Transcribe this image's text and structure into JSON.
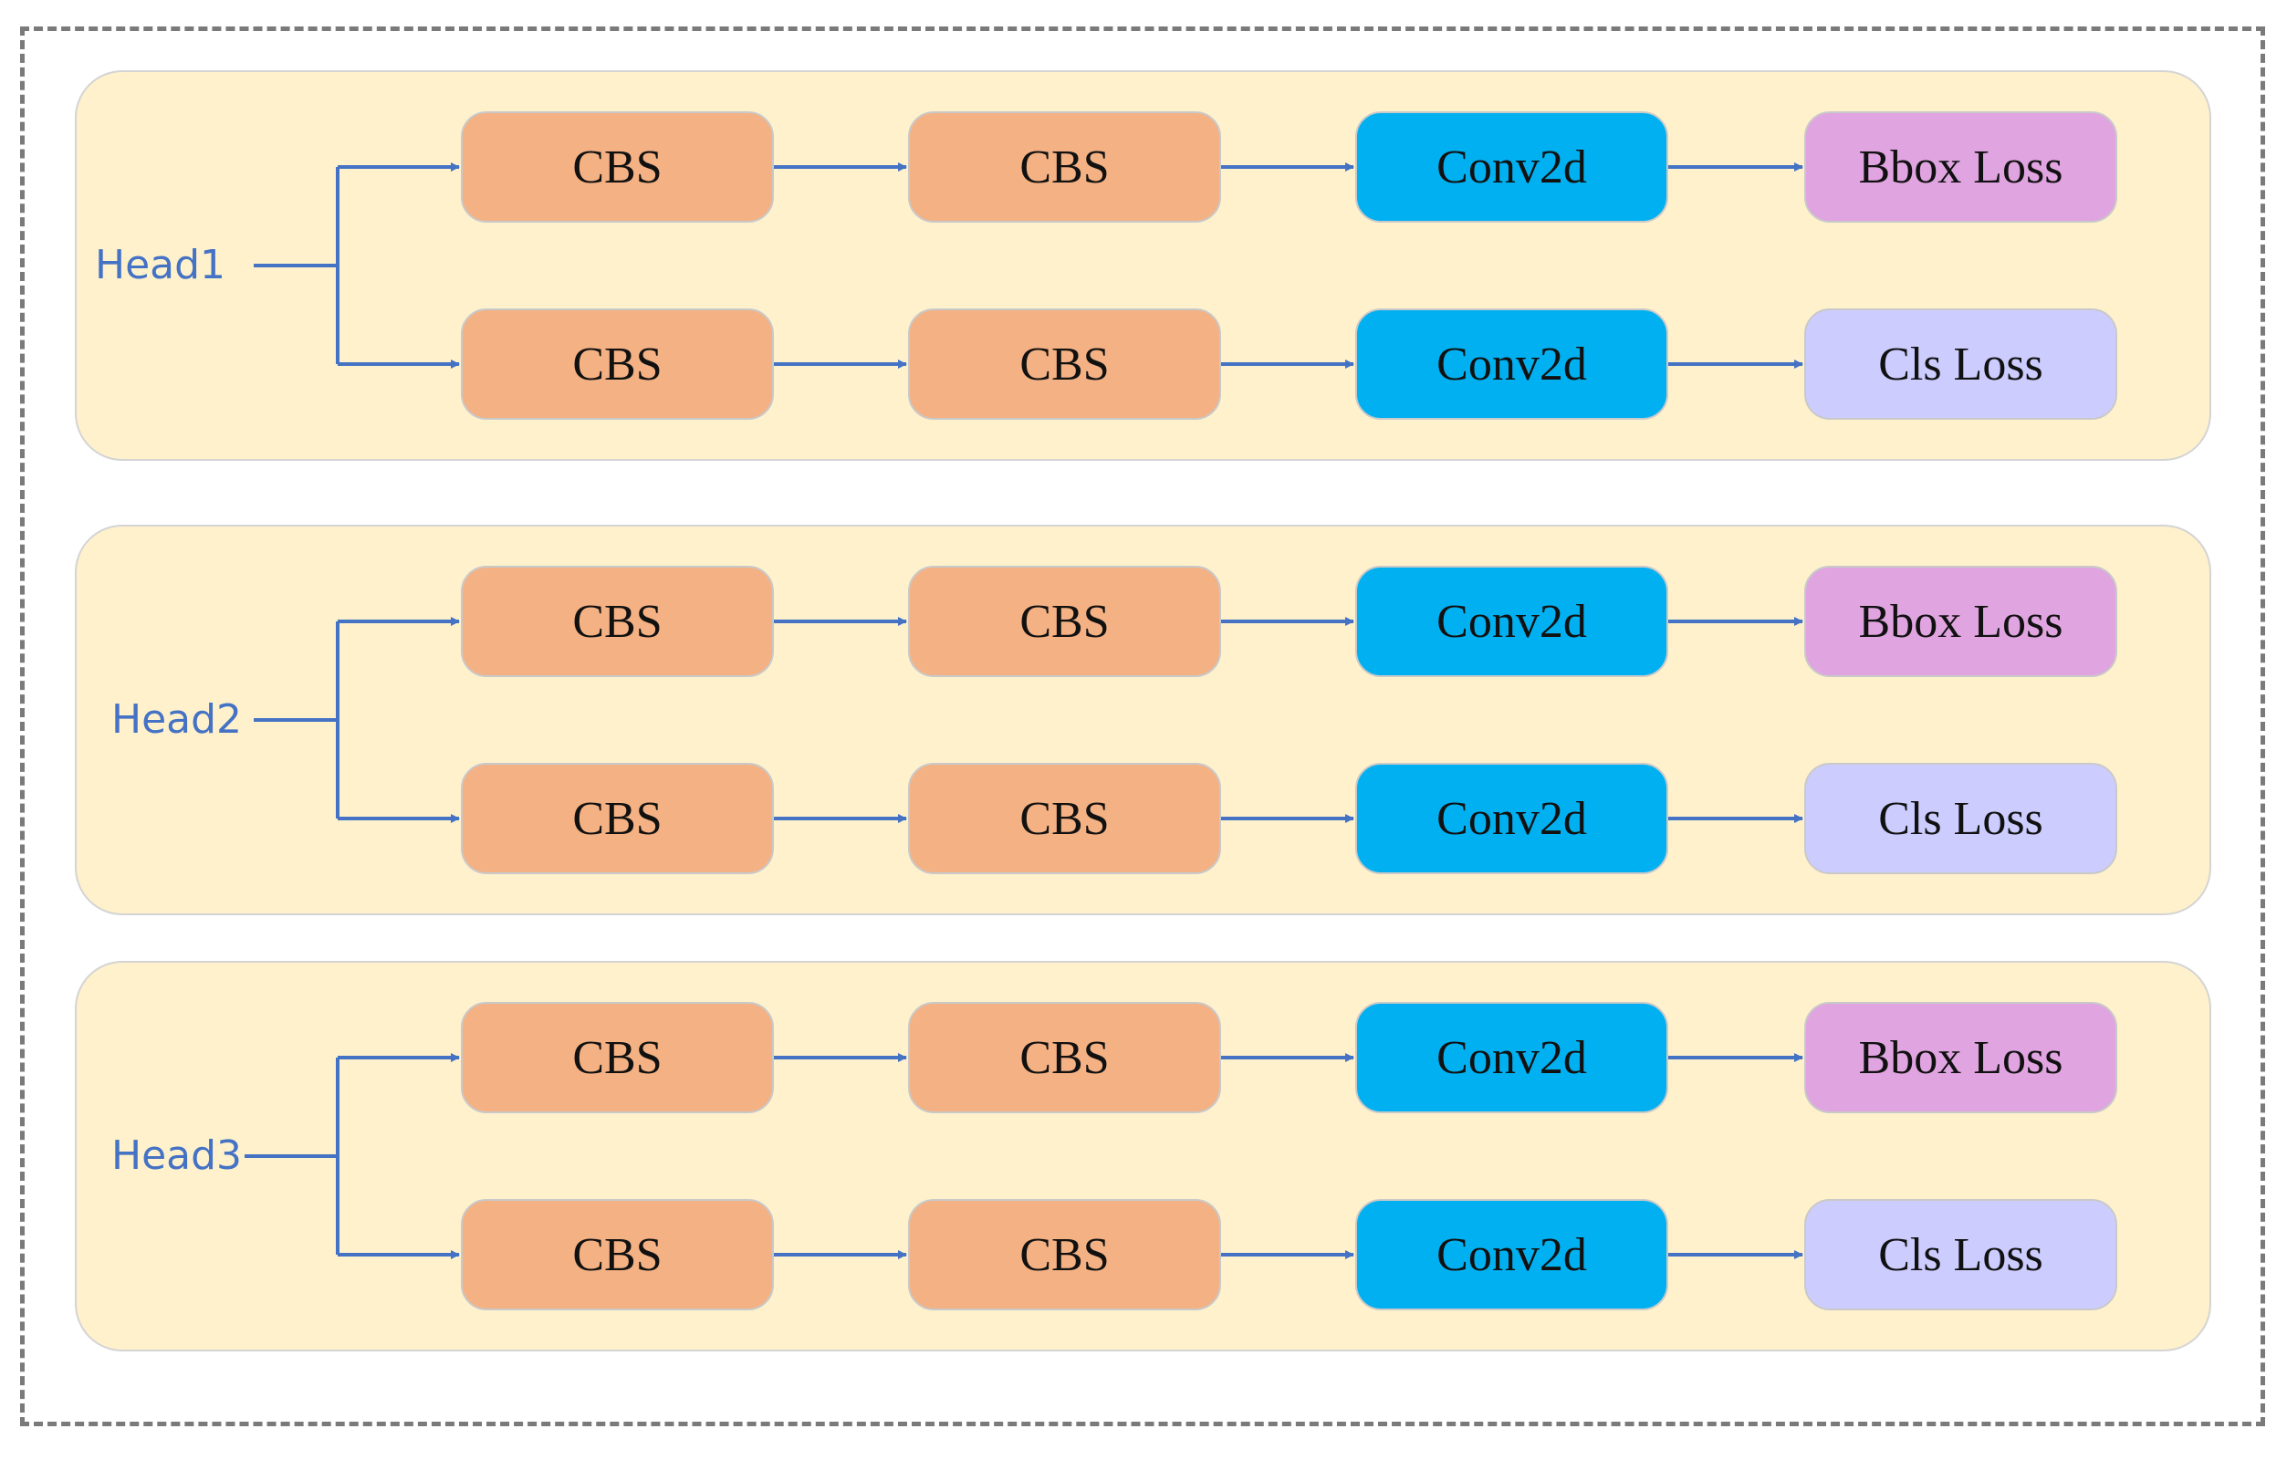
{
  "heads": [
    {
      "label": "Head1",
      "rows": [
        [
          "CBS",
          "CBS",
          "Conv2d",
          "Bbox Loss"
        ],
        [
          "CBS",
          "CBS",
          "Conv2d",
          "Cls Loss"
        ]
      ]
    },
    {
      "label": "Head2",
      "rows": [
        [
          "CBS",
          "CBS",
          "Conv2d",
          "Bbox Loss"
        ],
        [
          "CBS",
          "CBS",
          "Conv2d",
          "Cls Loss"
        ]
      ]
    },
    {
      "label": "Head3",
      "rows": [
        [
          "CBS",
          "CBS",
          "Conv2d",
          "Bbox Loss"
        ],
        [
          "CBS",
          "CBS",
          "Conv2d",
          "Cls Loss"
        ]
      ]
    }
  ],
  "colors": {
    "panel_fill": "#fff1cc",
    "cbs": "#f4b183",
    "conv2d": "#00b0f0",
    "bbox_loss": "#e0a4e0",
    "cls_loss": "#ccccff",
    "arrow": "#4472c4",
    "head_label": "#4472c4",
    "outer_border": "#7a7a7a"
  }
}
